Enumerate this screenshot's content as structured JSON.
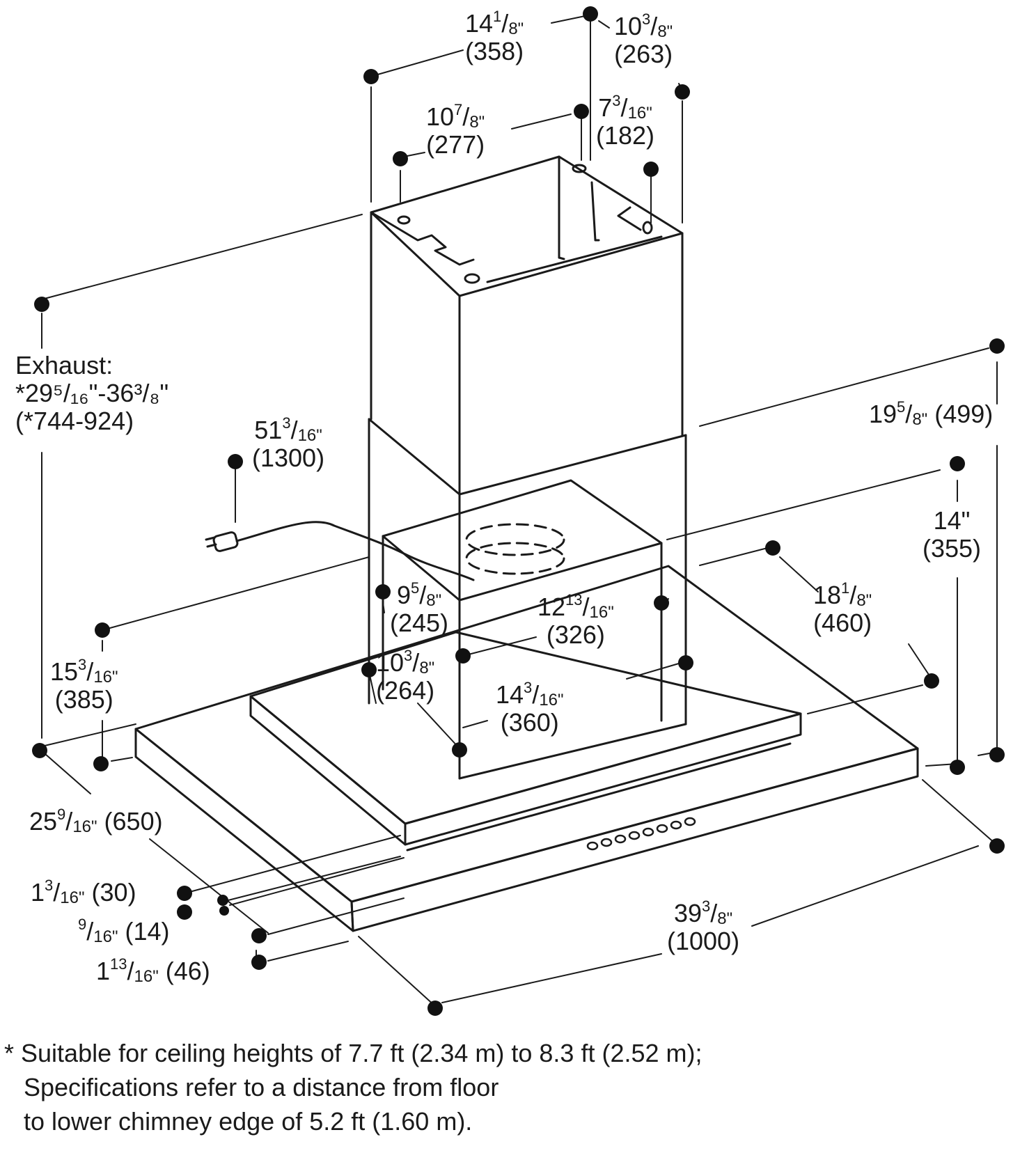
{
  "diagram": {
    "exhaust": {
      "title": "Exhaust:",
      "range": "*29⁵/₁₆\"-36³/₈\"",
      "range_mm": "(*744-924)"
    },
    "dims": {
      "d358": {
        "whole": "14",
        "num": "1",
        "den": "8\"",
        "mm": "(358)"
      },
      "d263": {
        "whole": "10",
        "num": "3",
        "den": "8\"",
        "mm": "(263)"
      },
      "d277": {
        "whole": "10",
        "num": "7",
        "den": "8\"",
        "mm": "(277)"
      },
      "d182": {
        "whole": "7",
        "num": "3",
        "den": "16\"",
        "mm": "(182)"
      },
      "d1300": {
        "whole": "51",
        "num": "3",
        "den": "16\"",
        "mm": "(1300)"
      },
      "d499": {
        "whole": "19",
        "num": "5",
        "den": "8\"",
        "mm": "(499)"
      },
      "d355": {
        "whole": "14\"",
        "mm": "(355)"
      },
      "d460": {
        "whole": "18",
        "num": "1",
        "den": "8\"",
        "mm": "(460)"
      },
      "d245": {
        "whole": "9",
        "num": "5",
        "den": "8\"",
        "mm": "(245)"
      },
      "d326": {
        "whole": "12",
        "num": "13",
        "den": "16\"",
        "mm": "(326)"
      },
      "d264": {
        "whole": "10",
        "num": "3",
        "den": "8\"",
        "mm": "(264)"
      },
      "d360": {
        "whole": "14",
        "num": "3",
        "den": "16\"",
        "mm": "(360)"
      },
      "d385": {
        "whole": "15",
        "num": "3",
        "den": "16\"",
        "mm": "(385)"
      },
      "d650": {
        "whole": "25",
        "num": "9",
        "den": "16\"",
        "mm": "(650)"
      },
      "d30": {
        "whole": "1",
        "num": "3",
        "den": "16\"",
        "mm": "(30)"
      },
      "d14": {
        "whole": "",
        "num": "9",
        "den": "16\"",
        "mm": "(14)"
      },
      "d46": {
        "whole": "1",
        "num": "13",
        "den": "16\"",
        "mm": "(46)"
      },
      "d1000": {
        "whole": "39",
        "num": "3",
        "den": "8\"",
        "mm": "(1000)"
      }
    }
  },
  "footnote": {
    "line1": "* Suitable for ceiling heights of 7.7 ft (2.34 m) to 8.3 ft (2.52 m);",
    "line2": "Specifications refer to a distance from floor",
    "line3": "to lower chimney edge of 5.2 ft (1.60 m)."
  }
}
